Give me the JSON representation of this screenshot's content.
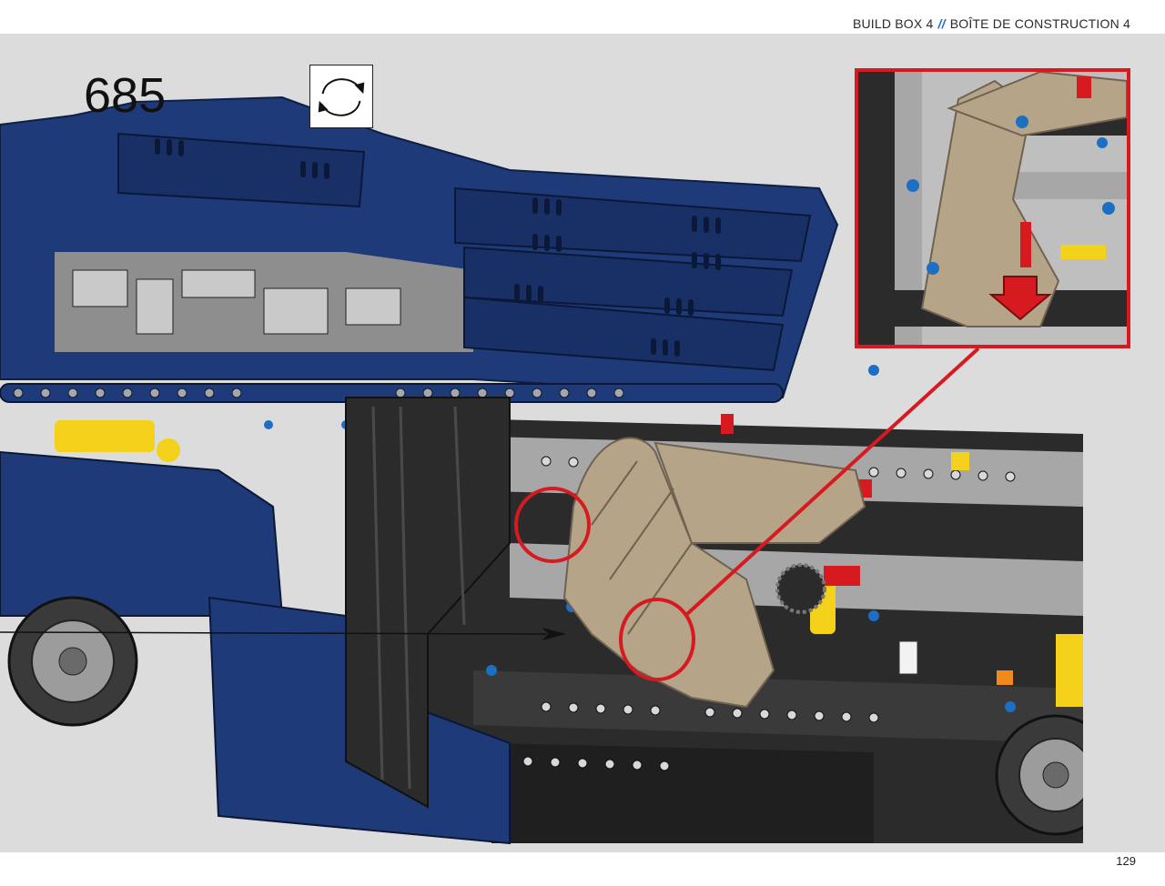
{
  "header": {
    "left": "BUILD BOX 4",
    "separator": "//",
    "right": "BOÎTE DE CONSTRUCTION 4"
  },
  "step": {
    "number": "685"
  },
  "icons": {
    "rotate": "rotate-model-icon"
  },
  "colors": {
    "background": "#dcdcdc",
    "callout": "#d71920",
    "body_blue": "#1f3a78",
    "seat_tan": "#b6a488",
    "frame_black": "#2b2b2b",
    "frame_grey": "#a7a7a7",
    "accent_yellow": "#f4d21b"
  },
  "footer": {
    "page": "129"
  }
}
